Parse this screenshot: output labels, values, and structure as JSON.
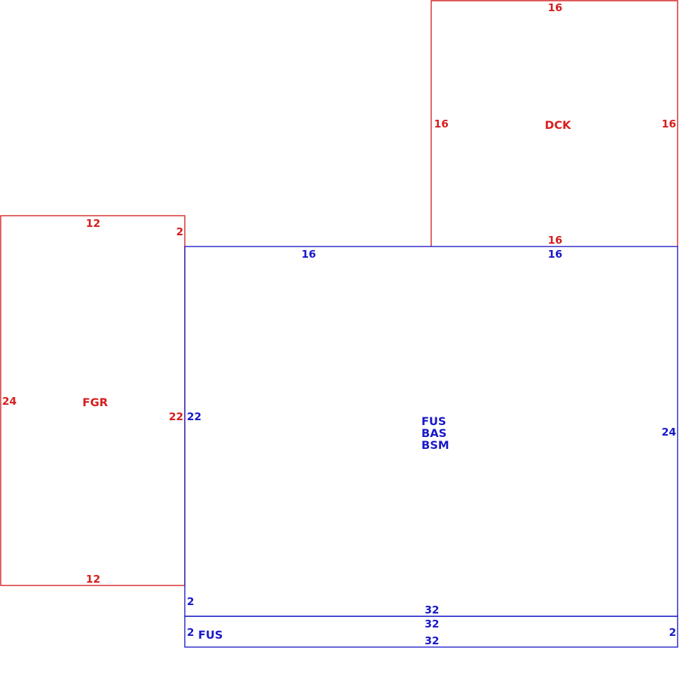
{
  "colors": {
    "attached_area": "#d62020",
    "main_area": "#1a1ac8"
  },
  "areas": {
    "deck": {
      "label": "DCK",
      "dims": {
        "top": "16",
        "left": "16",
        "right": "16",
        "bottom": "16"
      }
    },
    "garage": {
      "label": "FGR",
      "dims": {
        "top": "12",
        "left": "24",
        "right": "22",
        "corner": "2",
        "bottom": "12"
      }
    },
    "main": {
      "labels": [
        "FUS",
        "BAS",
        "BSM"
      ],
      "dims": {
        "top_left": "16",
        "top_right": "16",
        "left": "22",
        "right": "24",
        "lower_left": "2",
        "bottom": "32"
      }
    },
    "strip": {
      "label": "FUS",
      "dims": {
        "top": "32",
        "left": "2",
        "right": "2",
        "bottom": "32"
      }
    }
  }
}
